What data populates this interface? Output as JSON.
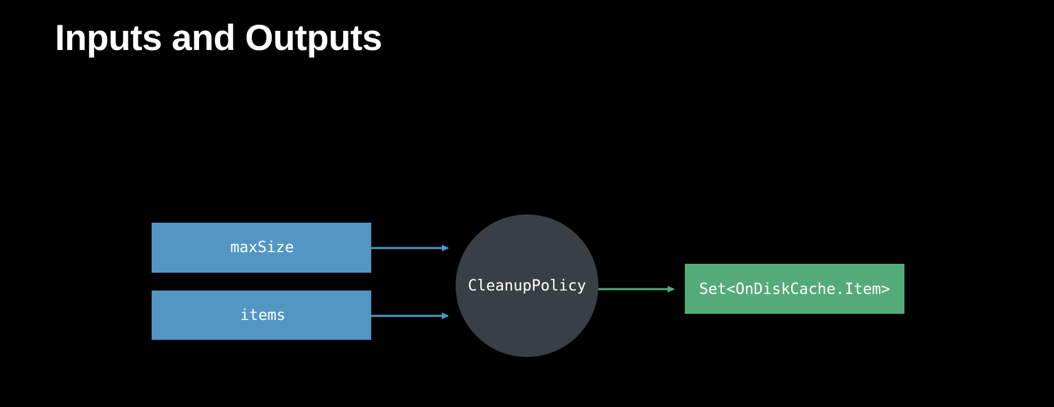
{
  "slide": {
    "title": "Inputs and Outputs"
  },
  "diagram": {
    "inputs": [
      {
        "label": "maxSize"
      },
      {
        "label": "items"
      }
    ],
    "process": {
      "label": "CleanupPolicy"
    },
    "output": {
      "label": "Set<OnDiskCache.Item>"
    },
    "colors": {
      "background": "#000000",
      "input_box": "#5296c4",
      "input_arrow": "#5296c4",
      "process_circle": "#3a3f46",
      "output_box": "#55ab78",
      "output_arrow": "#55ab78",
      "text": "#ffffff"
    }
  }
}
